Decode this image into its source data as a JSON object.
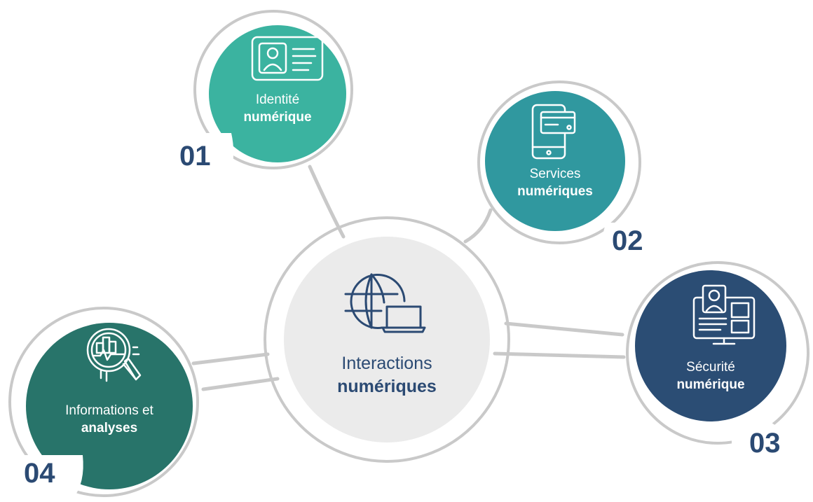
{
  "center": {
    "line1": "Interactions",
    "line2": "numériques",
    "icon": "globe-laptop-icon"
  },
  "nodes": [
    {
      "id": "identite",
      "number": "01",
      "line1": "Identité",
      "line2": "numérique",
      "icon": "id-card-icon",
      "color": "#3bb3a0"
    },
    {
      "id": "services",
      "number": "02",
      "line1": "Services",
      "line2": "numériques",
      "icon": "smartphone-card-icon",
      "color": "#30989f"
    },
    {
      "id": "securite",
      "number": "03",
      "line1": "Sécurité",
      "line2": "numérique",
      "icon": "user-monitor-icon",
      "color": "#2b4d74"
    },
    {
      "id": "informations",
      "number": "04",
      "line1": "Informations et",
      "line2": "analyses",
      "icon": "magnifier-chart-icon",
      "color": "#28746a"
    }
  ],
  "colors": {
    "ring": "#c9c9c9",
    "center_fill": "#ebebeb",
    "center_text": "#2b4a73",
    "number_text": "#2b4a73"
  }
}
